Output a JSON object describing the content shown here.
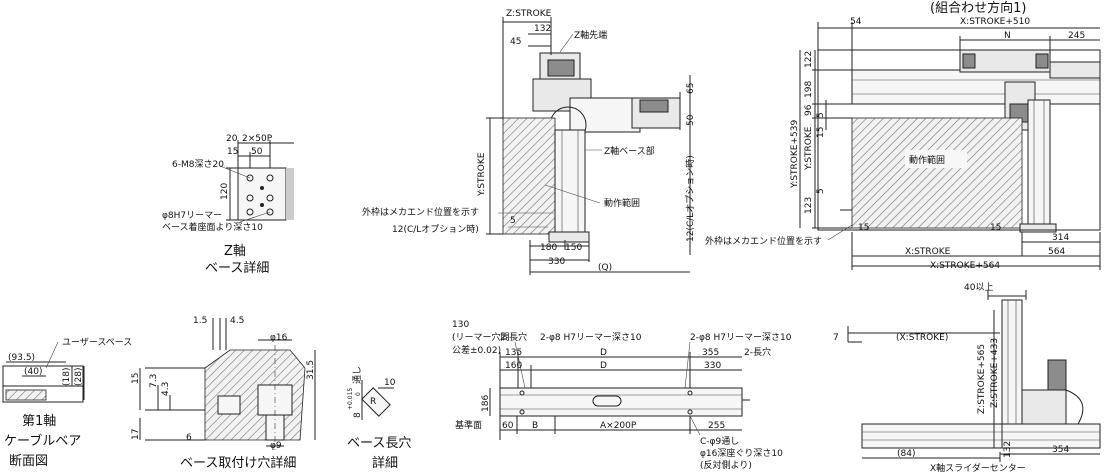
{
  "top_center": {
    "z_stroke": "Z:STROKE",
    "d132": "132",
    "z_tip": "Z軸先端",
    "d45": "45",
    "d65": "65",
    "d50": "50",
    "y_stroke": "Y:STROKE",
    "z_base": "Z軸ベース部",
    "range": "動作範囲",
    "outer_frame": "外枠はメカエンド位置を示す",
    "d5": "5",
    "cl_option": "12(C/Lオプション時)",
    "d180": "180",
    "d150": "150",
    "d330": "330",
    "q": "(Q)",
    "cl_option_v": "12(C/Lオプション時)"
  },
  "top_right": {
    "title": "(組合わせ方向1)",
    "x_stroke_510": "X:STROKE+510",
    "d54": "54",
    "n": "N",
    "d245": "245",
    "d122": "122",
    "y_stroke_539": "Y:STROKE+539",
    "d198": "198",
    "d96": "96",
    "d5a": "5",
    "d15v": "15",
    "y_stroke": "Y:STROKE",
    "d5b": "5",
    "d123": "123",
    "range": "動作範囲",
    "d15a": "15",
    "d15b": "15",
    "d314": "314",
    "outer_frame": "外枠はメカエンド位置を示す",
    "x_stroke": "X:STROKE",
    "d564": "564",
    "x_stroke_564": "X:STROKE+564"
  },
  "z_detail": {
    "d20": "20",
    "d2x50p": "2×50P",
    "d15": "15",
    "d50": "50",
    "m8": "6-M8深さ20",
    "d120": "120",
    "reamer": "φ8H7リーマー",
    "base_depth": "ベース着座面より深さ10",
    "cap1": "Z軸",
    "cap2": "ベース詳細"
  },
  "cable": {
    "user_space": "ユーザースペース",
    "d93_5": "(93.5)",
    "d40": "(40)",
    "d18": "(18)",
    "d28": "(28)",
    "cap1": "第1軸",
    "cap2": "ケーブルベア",
    "cap3": "断面図"
  },
  "mount_hole": {
    "d1_5": "1.5",
    "d4_5": "4.5",
    "phi16": "φ16",
    "d15": "15",
    "d7_3": "7.3",
    "d4_3": "4.3",
    "d31_5": "31.5",
    "d17": "17",
    "d6": "6",
    "phi9": "φ9",
    "cap": "ベース取付け穴詳細"
  },
  "slot": {
    "tol": "8",
    "tol_sup": "+0.015",
    "tol_sub": "0",
    "thru": "通し",
    "d10": "10",
    "r": "R",
    "cap1": "ベース長穴",
    "cap2": "詳細"
  },
  "base_bottom": {
    "note1": "130",
    "note2": "(リーマー穴間",
    "note3": "公差±0.02)",
    "slot_l": "2-長穴",
    "reamer_l": "2-φ8 H7リーマー深さ10",
    "reamer_r": "2-φ8 H7リーマー深さ10",
    "d135": "135",
    "d160": "160",
    "D1": "D",
    "D2": "D",
    "d355": "355",
    "slot_r": "2-長穴",
    "d330": "330",
    "d186": "186",
    "ref": "基準面",
    "d60": "60",
    "B": "B",
    "ax200p": "A×200P",
    "d255": "255",
    "c_thru": "C-φ9通し",
    "counter": "φ16深座ぐり深さ10",
    "opp": "(反対側より)"
  },
  "side_view": {
    "d40": "40以上",
    "d7": "7",
    "x_stroke": "(X:STROKE)",
    "z565": "Z:STROKE+565",
    "z433": "Z:STROKE+433",
    "d84": "(84)",
    "d132": "132",
    "d354": "354",
    "slider_center": "X軸スライダーセンター"
  }
}
